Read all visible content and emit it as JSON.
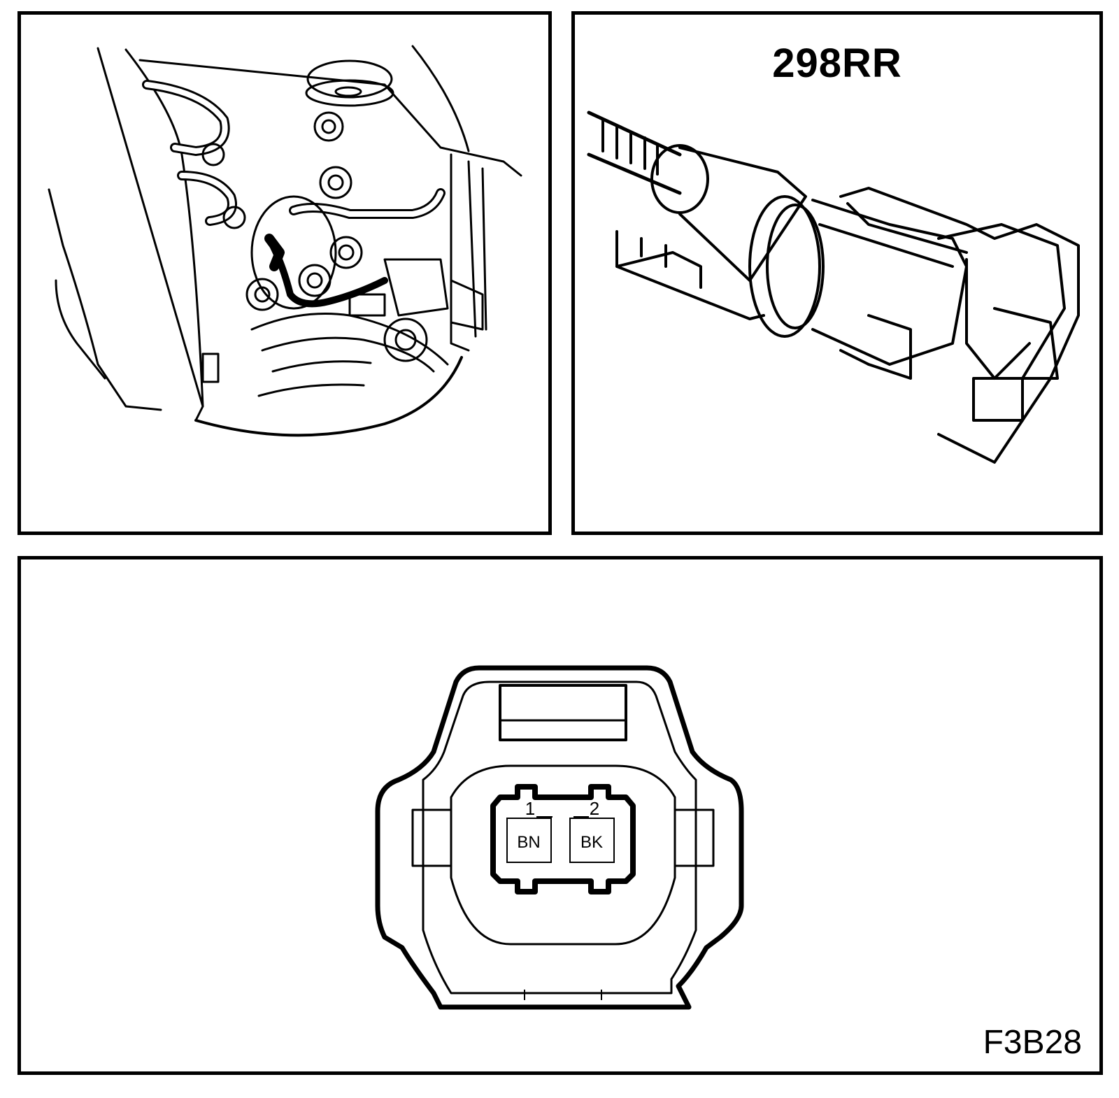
{
  "connector": {
    "code": "298RR",
    "pins": [
      {
        "number": "1",
        "wire_color": "BN"
      },
      {
        "number": "2",
        "wire_color": "BK"
      }
    ]
  },
  "figure": {
    "code": "F3B28"
  }
}
